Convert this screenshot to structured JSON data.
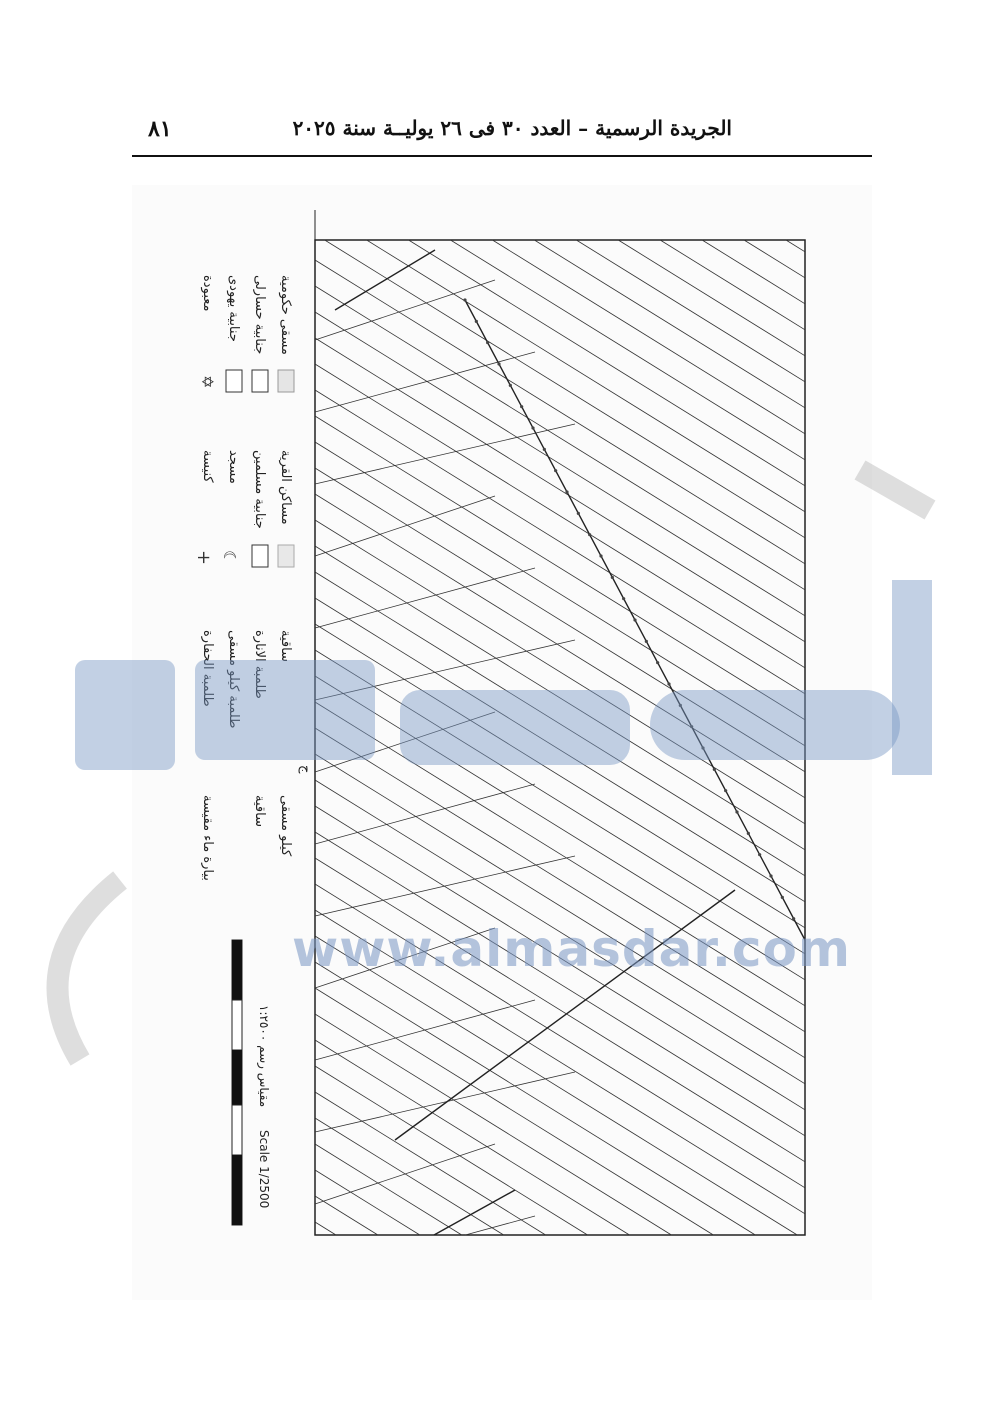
{
  "header": {
    "page_number": "٨١",
    "gazette_title": "الجريدة الرسمية – العدد ٣٠ فى ٢٦ يوليــة سنة ٢٠٢٥"
  },
  "legend": {
    "column1": [
      "مسقى حكومية",
      "جنابية حسارلى",
      "جنابية يهودى",
      "معبودة"
    ],
    "column2": [
      "مساكن القرية",
      "جنابية مسلمين",
      "مسجد",
      "كنيسة"
    ],
    "column3": [
      "ساقية",
      "طلمبة الانارة",
      "طلمبة كيلو مسقى",
      "طلمبة الحفارة"
    ],
    "column4": [
      "كيلو مسقى",
      "ساقية",
      "بيارة ماء مقيسة"
    ],
    "north_note": "ج"
  },
  "scale": {
    "scale_ar": "مقياس رسم ١:٢٥٠٠",
    "scale_en": "Scale 1/2500"
  },
  "watermark": {
    "site": "www.almasdar.com"
  },
  "colors": {
    "ink": "#111111",
    "map_line": "#333333",
    "watermark": "#7896c3"
  }
}
